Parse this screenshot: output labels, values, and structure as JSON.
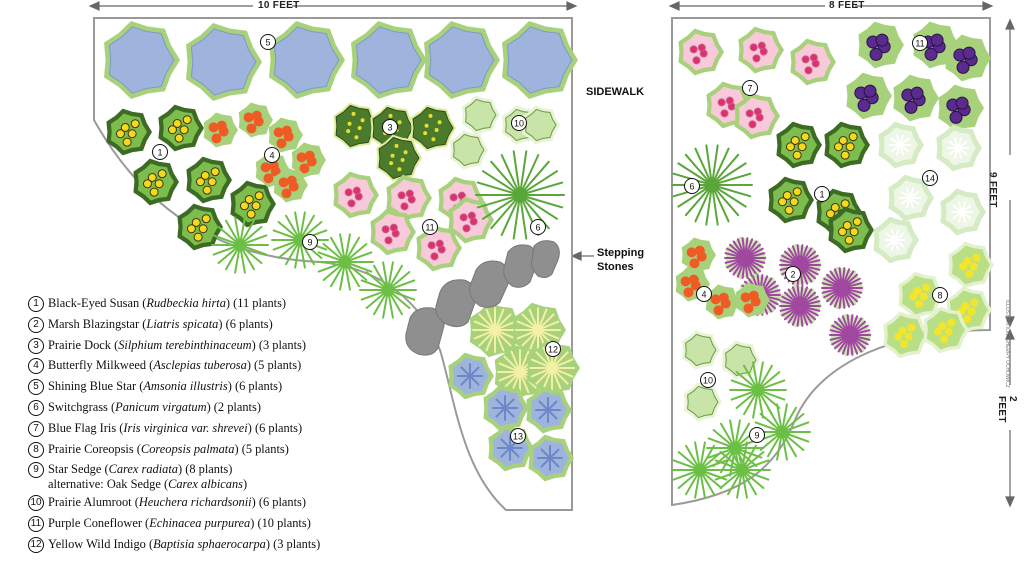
{
  "dimensions": {
    "left_width": "10 FEET",
    "right_width": "8 FEET",
    "right_height_top": "9 FEET",
    "right_height_bottom": "2 FEET"
  },
  "labels": {
    "sidewalk": "SIDEWALK",
    "stepping_stones": "Stepping Stones",
    "credit": "ILLUSTRATION: SHERRY UCHOWICZ"
  },
  "legend": [
    {
      "num": "1",
      "common": "Black-Eyed Susan",
      "latin": "Rudbeckia hirta",
      "count": "(11 plants)"
    },
    {
      "num": "2",
      "common": "Marsh Blazingstar",
      "latin": "Liatris spicata",
      "count": "(6 plants)"
    },
    {
      "num": "3",
      "common": "Prairie Dock",
      "latin": "Silphium terebinthinaceum",
      "count": "(3 plants)"
    },
    {
      "num": "4",
      "common": "Butterfly Milkweed",
      "latin": "Asclepias tuberosa",
      "count": "(5 plants)"
    },
    {
      "num": "5",
      "common": "Shining Blue Star",
      "latin": "Amsonia illustris",
      "count": "(6 plants)"
    },
    {
      "num": "6",
      "common": "Switchgrass",
      "latin": "Panicum virgatum",
      "count": "(2 plants)"
    },
    {
      "num": "7",
      "common": "Blue Flag Iris",
      "latin": "Iris virginica var. shrevei",
      "count": "(6 plants)"
    },
    {
      "num": "8",
      "common": "Prairie Coreopsis",
      "latin": "Coreopsis palmata",
      "count": "(5 plants)"
    },
    {
      "num": "9",
      "common": "Star Sedge",
      "latin": "Carex radiata",
      "count": "(8 plants)",
      "alt_prefix": "alternative: Oak Sedge",
      "alt_latin": "Carex albicans"
    },
    {
      "num": "10",
      "common": "Prairie Alumroot",
      "latin": "Heuchera richardsonii",
      "count": "(6 plants)"
    },
    {
      "num": "11",
      "common": "Purple Coneflower",
      "latin": "Echinacea purpurea",
      "count": "(10 plants)"
    },
    {
      "num": "12",
      "common": "Yellow Wild Indigo",
      "latin": "Baptisia sphaerocarpa",
      "count": "(3 plants)"
    }
  ],
  "plan_markers": {
    "left": [
      "5",
      "1",
      "4",
      "3",
      "10",
      "11",
      "6",
      "9",
      "12",
      "13"
    ],
    "right": [
      "11",
      "7",
      "6",
      "1",
      "14",
      "2",
      "4",
      "8",
      "10",
      "9"
    ]
  },
  "colors": {
    "blue_star": "#9fb4dc",
    "foliage": "#a8d17c",
    "dark_foliage": "#3e6b24",
    "coneflower": "#f2a6c2",
    "milkweed": "#ef5b24",
    "iris": "#5a2a8c",
    "blazingstar": "#a0479f",
    "coreopsis": "#f3e62a",
    "alumroot": "#c9e4a8",
    "grass": "#5aa63a",
    "stone": "#8f8f8f",
    "bed_outline": "#999999"
  }
}
